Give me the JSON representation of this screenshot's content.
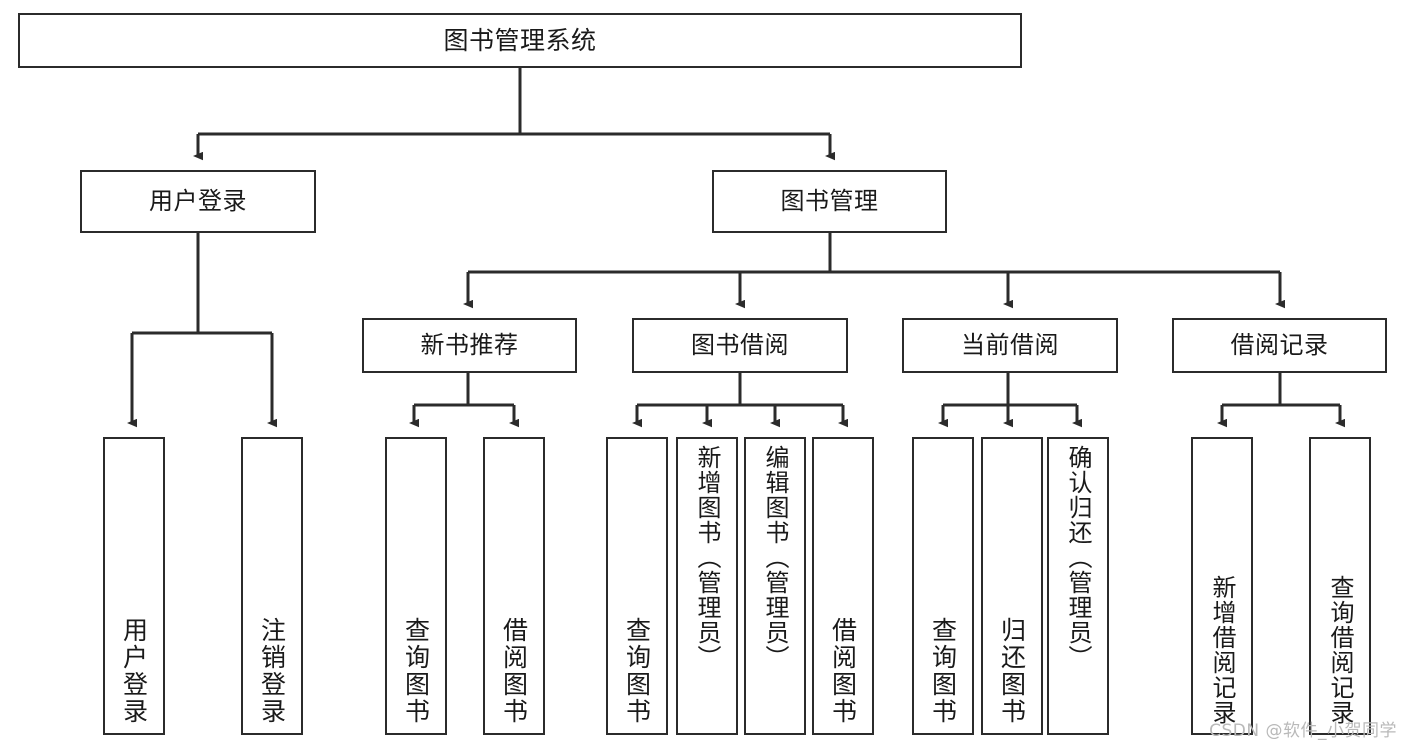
{
  "diagram": {
    "title": "图书管理系统",
    "type": "tree-hierarchy-functional-structure",
    "colors": {
      "box_border": "#2b2b2b",
      "box_fill": "#ffffff",
      "connector": "#2b2b2b",
      "text": "#1a1a1a",
      "watermark": "#b9b9b9",
      "background": "#ffffff"
    },
    "watermark": "CSDN @软件_小贺同学",
    "nodes": {
      "root": {
        "label": "图书管理系统"
      },
      "level2": [
        {
          "label": "用户登录"
        },
        {
          "label": "图书管理"
        }
      ],
      "level3": [
        {
          "label": "新书推荐"
        },
        {
          "label": "图书借阅"
        },
        {
          "label": "当前借阅"
        },
        {
          "label": "借阅记录"
        }
      ],
      "leaves": {
        "user_login": [
          {
            "label": "用户登录"
          },
          {
            "label": "注销登录"
          }
        ],
        "new_book_recommend": [
          {
            "label": "查询图书"
          },
          {
            "label": "借阅图书"
          }
        ],
        "book_borrow": [
          {
            "label": "查询图书"
          },
          {
            "label": "新增图书（管理员）"
          },
          {
            "label": "编辑图书（管理员）"
          },
          {
            "label": "借阅图书"
          }
        ],
        "current_borrow": [
          {
            "label": "查询图书"
          },
          {
            "label": "归还图书"
          },
          {
            "label": "确认归还（管理员）"
          }
        ],
        "borrow_record": [
          {
            "label": "新增借阅记录"
          },
          {
            "label": "查询借阅记录"
          }
        ]
      }
    }
  }
}
